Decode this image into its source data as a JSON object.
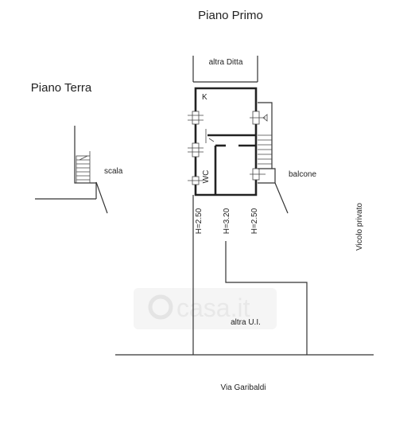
{
  "floors": {
    "first": "Piano Primo",
    "ground": "Piano Terra"
  },
  "labels": {
    "altra_ditta": "altra Ditta",
    "kitchen": "K",
    "wc": "WC",
    "balcone": "balcone",
    "scala": "scala",
    "vicolo": "Vicolo privato",
    "altra_ui": "altra U.I.",
    "via": "Via Garibaldi"
  },
  "heights": [
    "H=2.50",
    "H=3.20",
    "H=2.50"
  ],
  "watermark": "casa.it"
}
